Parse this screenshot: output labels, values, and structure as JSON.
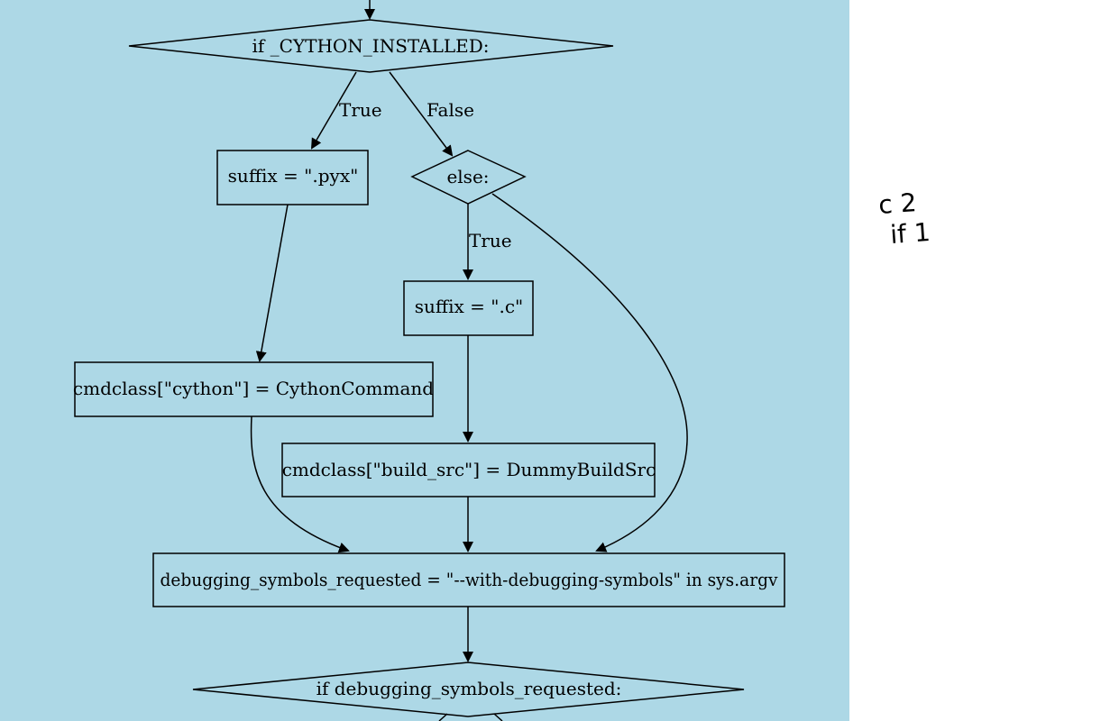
{
  "diagram": {
    "background": "#add8e6",
    "nodes": {
      "if_cython": "if _CYTHON_INSTALLED:",
      "suffix_pyx": "suffix = \".pyx\"",
      "else": "else:",
      "suffix_c": "suffix = \".c\"",
      "cmdclass_cython": "cmdclass[\"cython\"] = CythonCommand",
      "cmdclass_build": "cmdclass[\"build_src\"] = DummyBuildSrc",
      "debug_assign": "debugging_symbols_requested = \"--with-debugging-symbols\" in sys.argv",
      "if_debug": "if debugging_symbols_requested:"
    },
    "edge_labels": {
      "if_true": "True",
      "if_false": "False",
      "else_true": "True"
    }
  },
  "annotation": {
    "line1": "c  2",
    "line2": "if  1"
  }
}
